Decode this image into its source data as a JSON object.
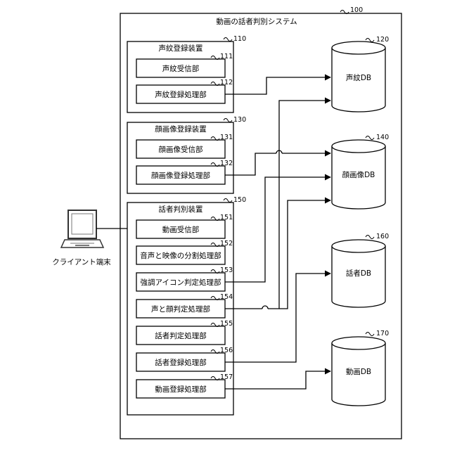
{
  "system": {
    "title": "動画の話者判別システム",
    "ref": "100"
  },
  "devices": [
    {
      "id": "voiceprint-registration-device",
      "label": "声紋登録装置",
      "ref": "110",
      "units": [
        {
          "id": "voiceprint-receiver",
          "label": "声紋受信部",
          "ref": "111"
        },
        {
          "id": "voiceprint-registration-processor",
          "label": "声紋登録処理部",
          "ref": "112"
        }
      ]
    },
    {
      "id": "face-image-registration-device",
      "label": "顔画像登録装置",
      "ref": "130",
      "units": [
        {
          "id": "face-image-receiver",
          "label": "顔画像受信部",
          "ref": "131"
        },
        {
          "id": "face-image-registration-processor",
          "label": "顔画像登録処理部",
          "ref": "132"
        }
      ]
    },
    {
      "id": "speaker-identification-device",
      "label": "話者判別装置",
      "ref": "150",
      "units": [
        {
          "id": "video-receiver",
          "label": "動画受信部",
          "ref": "151"
        },
        {
          "id": "audio-video-split-processor",
          "label": "音声と映像の分割処理部",
          "ref": "152"
        },
        {
          "id": "highlight-icon-judgment-processor",
          "label": "強調アイコン判定処理部",
          "ref": "153"
        },
        {
          "id": "voice-face-judgment-processor",
          "label": "声と顔判定処理部",
          "ref": "154"
        },
        {
          "id": "speaker-judgment-processor",
          "label": "話者判定処理部",
          "ref": "155"
        },
        {
          "id": "speaker-registration-processor",
          "label": "話者登録処理部",
          "ref": "156"
        },
        {
          "id": "video-registration-processor",
          "label": "動画登録処理部",
          "ref": "157"
        }
      ]
    }
  ],
  "databases": [
    {
      "id": "voiceprint-db",
      "label": "声紋DB",
      "ref": "120"
    },
    {
      "id": "face-image-db",
      "label": "顔画像DB",
      "ref": "140"
    },
    {
      "id": "speaker-db",
      "label": "話者DB",
      "ref": "160"
    },
    {
      "id": "video-db",
      "label": "動画DB",
      "ref": "170"
    }
  ],
  "terminal": {
    "label": "クライアント端末"
  }
}
